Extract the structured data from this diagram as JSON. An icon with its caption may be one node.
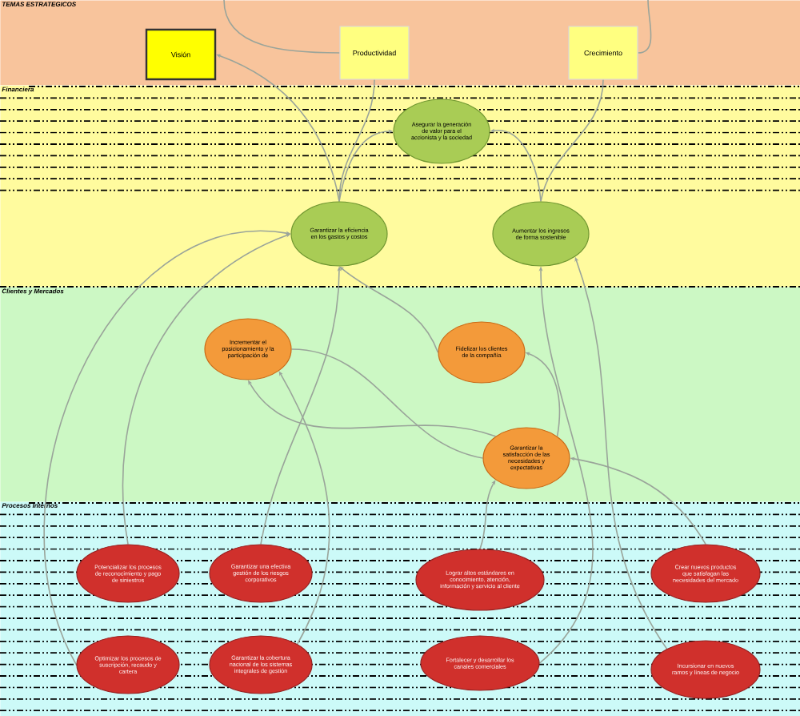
{
  "diagram": {
    "nodes": [
      {
        "text": [
          "TEMAS ESTRATEGICOS"
        ]
      },
      {
        "text": [
          "Financiera"
        ]
      },
      {
        "text": [
          "Clientes y Mercados"
        ]
      },
      {
        "text": [
          "Procesos Internos"
        ]
      },
      {
        "text": [
          "Visión"
        ],
        "in": 0
      },
      {
        "text": [
          "Productividad"
        ],
        "in": 0
      },
      {
        "text": [
          "Crecimiento"
        ],
        "in": 0
      },
      {
        "text": [
          "Asegurar la generación de valor para el accionista y la sociedad"
        ],
        "in": 1
      },
      {
        "text": [
          "Garantizar la eficiencia en los gastos y costos"
        ],
        "in": 1
      },
      {
        "text": [
          "Aumentar los ingresos de forma sostenible"
        ],
        "in": 1
      },
      {
        "text": [
          "Incrementar el posicionamiento y la participación de"
        ],
        "in": 2
      },
      {
        "text": [
          "Fidelizar los clientes de la compañía"
        ],
        "in": 2
      },
      {
        "text": [
          "Garantizar la satisfacción de las necesidades y expectativas"
        ],
        "in": 2
      },
      {
        "text": [
          "Potencializar los procesos de reconocimiento y pago de siniestros"
        ],
        "in": 3
      },
      {
        "text": [
          "Garantizar una efectiva gestión de los riesgos corporativos"
        ],
        "in": 3
      },
      {
        "text": [
          "Lograr altos estándares en conocimiento, atención, información y servicio al cliente"
        ],
        "in": 3
      },
      {
        "text": [
          "Crear nuevos productos que satisfagan las necesidades del mercado"
        ],
        "in": 3
      },
      {
        "text": [
          "Optimizar los procesos de suscripción, recaudo y cartera"
        ],
        "in": 3
      },
      {
        "text": [
          "Garantizar la cobertura nacional de los sistemas integrales de gestión"
        ],
        "in": 3
      },
      {
        "text": [
          "Fortalecer y desarrollar los canales comerciales"
        ],
        "in": 3
      },
      {
        "text": [
          "Incursionar en nuevos ramos y líneas de negocio"
        ],
        "in": 3
      }
    ],
    "edges": [
      {
        "from": 8,
        "to": 4,
        "arrow": "to"
      },
      {
        "from": 8,
        "to": 5,
        "arrow": "none"
      },
      {
        "from": 8,
        "to": 7,
        "arrow": "to"
      },
      {
        "from": 9,
        "to": 7,
        "arrow": "to"
      },
      {
        "from": 9,
        "to": 6,
        "arrow": "none"
      },
      {
        "from": 5,
        "to": null,
        "arrow": "none"
      },
      {
        "from": 6,
        "to": null,
        "arrow": "none"
      },
      {
        "from": 12,
        "to": 10,
        "arrow": "to"
      },
      {
        "from": 12,
        "to": 11,
        "arrow": "to"
      },
      {
        "from": 10,
        "to": 12,
        "arrow": "none"
      },
      {
        "from": 11,
        "to": 8,
        "arrow": "to"
      },
      {
        "from": 13,
        "to": 8,
        "arrow": "to"
      },
      {
        "from": 17,
        "to": 8,
        "arrow": "to"
      },
      {
        "from": 14,
        "to": 8,
        "arrow": "to"
      },
      {
        "from": 18,
        "to": 10,
        "arrow": "to"
      },
      {
        "from": 15,
        "to": 12,
        "arrow": "to"
      },
      {
        "from": 16,
        "to": 12,
        "arrow": "to"
      },
      {
        "from": 19,
        "to": 9,
        "arrow": "to"
      },
      {
        "from": 20,
        "to": 9,
        "arrow": "to"
      }
    ]
  }
}
